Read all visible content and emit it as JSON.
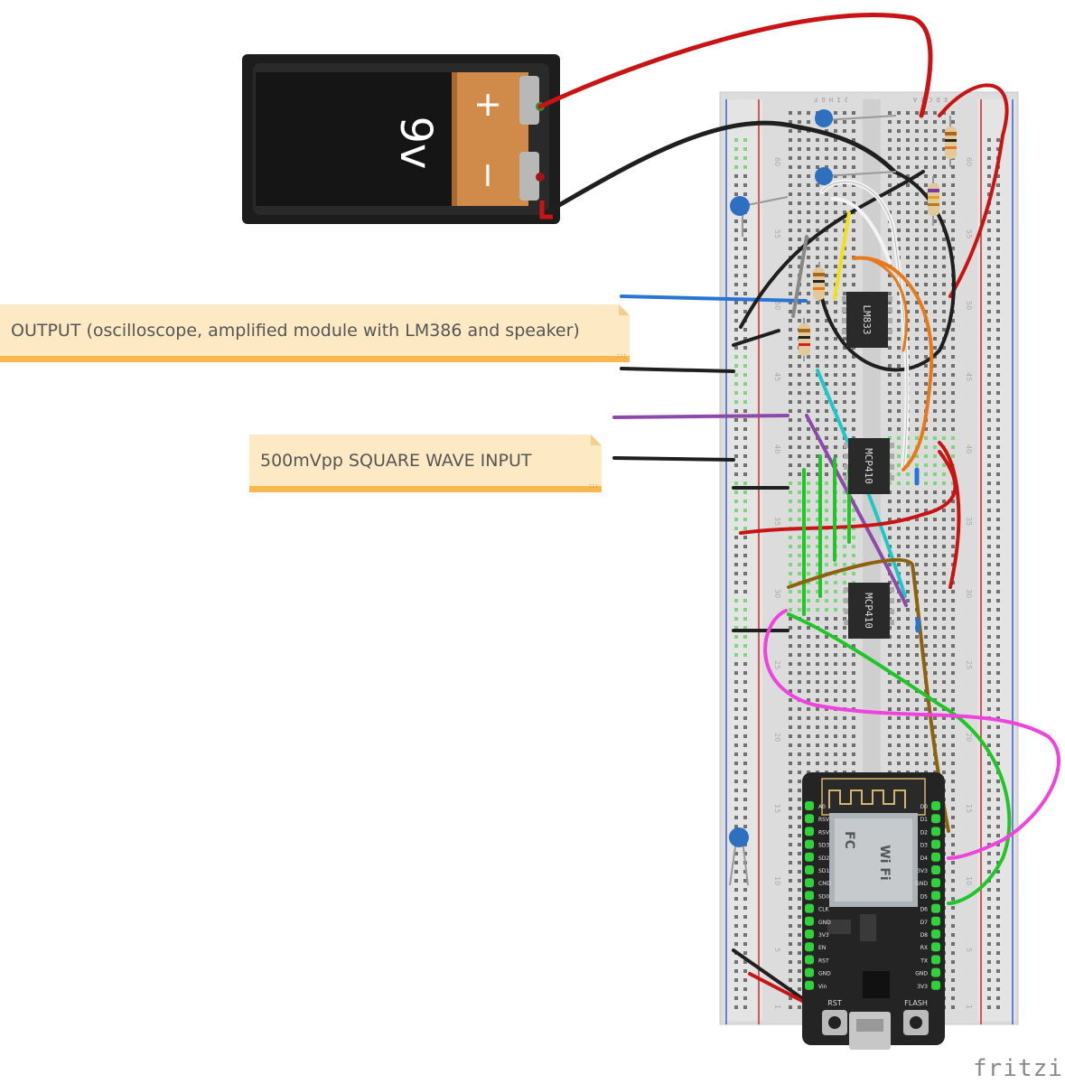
{
  "labels": {
    "output_note": "OUTPUT (oscilloscope, amplified module with LM386 and speaker)",
    "input_note": "500mVpp SQUARE WAVE INPUT",
    "watermark": "fritzing"
  },
  "battery": {
    "voltage": "9v",
    "plus": "+",
    "minus": "−"
  },
  "chips": [
    {
      "name": "lm833",
      "label": "LM833"
    },
    {
      "name": "mcp41-top",
      "label": "MCP410"
    },
    {
      "name": "mcp41-bottom",
      "label": "MCP410"
    }
  ],
  "breadboard": {
    "columns_left": "J I H G F",
    "columns_right": "E D C B A",
    "row_numbers": [
      "60",
      "55",
      "50",
      "45",
      "40",
      "35",
      "30",
      "25",
      "20",
      "15",
      "10",
      "5",
      "1"
    ]
  },
  "module": {
    "left_pins": [
      "A0",
      "RSV",
      "RSV",
      "SD3",
      "SD2",
      "SD1",
      "CMD",
      "SD0",
      "CLK",
      "GND",
      "3V3",
      "EN",
      "RST",
      "GND",
      "Vin"
    ],
    "right_pins": [
      "D0",
      "D1",
      "D2",
      "D3",
      "D4",
      "3V3",
      "GND",
      "D5",
      "D6",
      "D7",
      "D8",
      "RX",
      "TX",
      "GND",
      "3V3"
    ],
    "buttons": {
      "reset": "RST",
      "flash": "FLASH"
    },
    "chip_text": "Wi Fi",
    "fcc": "FC"
  },
  "colors": {
    "wire_red": "#c81414",
    "wire_black": "#1f1f1f",
    "wire_green": "#22c42a",
    "wire_blue": "#2a74d6",
    "wire_purple": "#8e4aa8",
    "wire_cyan": "#1fc8c8",
    "wire_orange": "#e67a1a",
    "wire_yellow": "#f2e01a",
    "wire_brown": "#8a6210",
    "wire_magenta": "#ee44dd",
    "wire_white": "#f4f4f4",
    "note_fill": "#fde9c4",
    "note_edge": "#f7b94f",
    "battery_copper": "#d08a4a"
  }
}
